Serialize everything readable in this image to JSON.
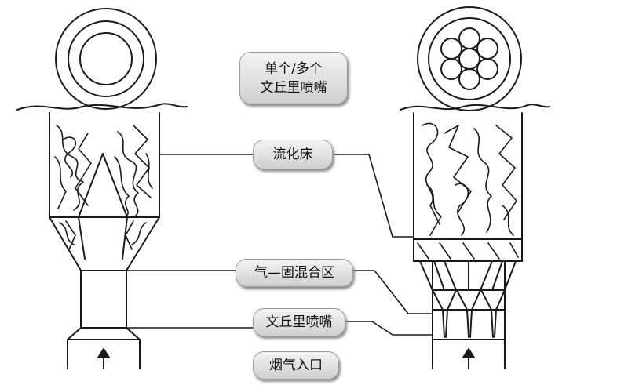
{
  "labels": {
    "nozzle_type": {
      "line1": "单个/多个",
      "line2": "文丘里喷嘴"
    },
    "fluidized_bed": "流化床",
    "gas_solid_mixing_zone": "气—固混合区",
    "venturi_nozzle": "文丘里喷嘴",
    "flue_gas_inlet": "烟气入口"
  },
  "colors": {
    "line": "#1a1a1a",
    "label_bg": "#dcdcdc",
    "label_border": "#9a9a9a"
  },
  "icons": [
    "gas-inlet-arrow-icon",
    "single-nozzle-plan-icon",
    "multi-nozzle-plan-icon"
  ]
}
